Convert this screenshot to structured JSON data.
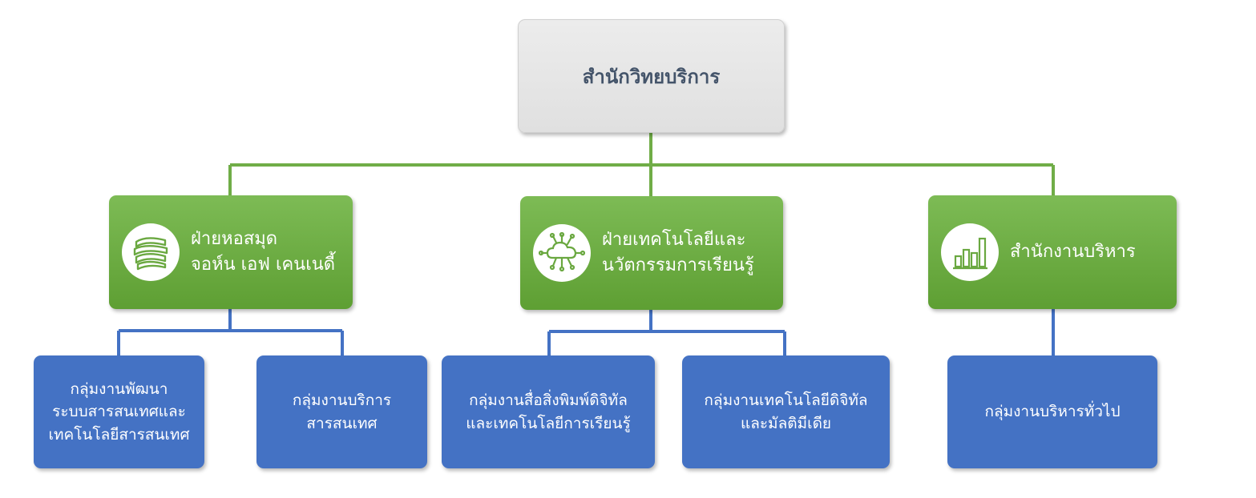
{
  "root": {
    "label": "สำนักวิทยบริการ"
  },
  "departments": [
    {
      "lines": [
        "ฝ่ายหอสมุด",
        "จอห์น เอฟ เคนเนดี้"
      ],
      "icon": "books-icon"
    },
    {
      "lines": [
        "ฝ่ายเทคโนโลยีและ",
        "นวัตกรรมการเรียนรู้"
      ],
      "icon": "cloud-network-icon"
    },
    {
      "lines": [
        "สำนักงานบริหาร"
      ],
      "icon": "bar-chart-icon"
    }
  ],
  "units": [
    {
      "lines": [
        "กลุ่มงานพัฒนา",
        "ระบบสารสนเทศและ",
        "เทคโนโลยีสารสนเทศ"
      ]
    },
    {
      "lines": [
        "กลุ่มงานบริการ",
        "สารสนเทศ"
      ]
    },
    {
      "lines": [
        "กลุ่มงานสื่อสิ่งพิมพ์ดิจิทัล",
        "และเทคโนโลยีการเรียนรู้"
      ]
    },
    {
      "lines": [
        "กลุ่มงานเทคโนโลยีดิจิทัล",
        "และมัลติมีเดีย"
      ]
    },
    {
      "lines": [
        "กลุ่มงานบริหารทั่วไป"
      ]
    }
  ],
  "colors": {
    "green_connector": "#70ad47",
    "blue_connector": "#4472c4",
    "root_text": "#44546a",
    "unit_fill": "#4472c4"
  }
}
